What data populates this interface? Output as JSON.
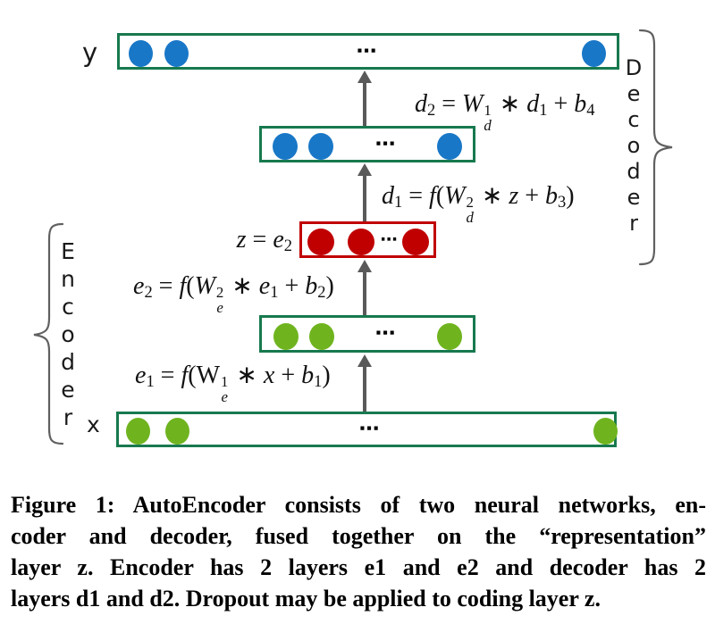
{
  "figure": {
    "output_label": "y",
    "input_label": "x",
    "encoder_label": "Encoder",
    "decoder_label": "Decoder",
    "dots": "⋯",
    "z_label": [
      {
        "t": "z",
        "i": true
      },
      {
        "t": " = "
      },
      {
        "t": "e",
        "i": true
      },
      {
        "t": "2",
        "sub": true
      }
    ],
    "equations": {
      "d2": [
        {
          "t": "d",
          "i": true
        },
        {
          "t": "2",
          "sub": true
        },
        {
          "t": " = "
        },
        {
          "t": "W",
          "i": true
        },
        {
          "stack": {
            "up": "1",
            "dn": "d"
          }
        },
        {
          "t": " ∗ "
        },
        {
          "t": "d",
          "i": true
        },
        {
          "t": "1",
          "sub": true
        },
        {
          "t": " + "
        },
        {
          "t": "b",
          "i": true
        },
        {
          "t": "4",
          "sub": true
        }
      ],
      "d1": [
        {
          "t": "d",
          "i": true
        },
        {
          "t": "1",
          "sub": true
        },
        {
          "t": " = "
        },
        {
          "t": "f",
          "i": true
        },
        {
          "t": "("
        },
        {
          "t": "W",
          "i": true
        },
        {
          "stack": {
            "up": "2",
            "dn": "d"
          }
        },
        {
          "t": " ∗ "
        },
        {
          "t": "z",
          "i": true
        },
        {
          "t": " + "
        },
        {
          "t": "b",
          "i": true
        },
        {
          "t": "3",
          "sub": true
        },
        {
          "t": ")"
        }
      ],
      "e2": [
        {
          "t": "e",
          "i": true
        },
        {
          "t": "2",
          "sub": true
        },
        {
          "t": " = "
        },
        {
          "t": "f",
          "i": true
        },
        {
          "t": "("
        },
        {
          "t": "W",
          "i": true
        },
        {
          "stack": {
            "up": "2",
            "dn": "e"
          }
        },
        {
          "t": " ∗ "
        },
        {
          "t": "e",
          "i": true
        },
        {
          "t": "1",
          "sub": true
        },
        {
          "t": " + "
        },
        {
          "t": "b",
          "i": true
        },
        {
          "t": "2",
          "sub": true
        },
        {
          "t": ")"
        }
      ],
      "e1": [
        {
          "t": "e",
          "i": true
        },
        {
          "t": "1",
          "sub": true
        },
        {
          "t": " = "
        },
        {
          "t": "f",
          "i": true
        },
        {
          "t": "("
        },
        {
          "t": "W"
        },
        {
          "stack": {
            "up": "1",
            "dn": "e"
          }
        },
        {
          "t": " ∗ "
        },
        {
          "t": "x",
          "i": true
        },
        {
          "t": " + "
        },
        {
          "t": "b",
          "i": true
        },
        {
          "t": "1",
          "sub": true
        },
        {
          "t": ")"
        }
      ]
    },
    "layers": [
      {
        "name": "y",
        "role": "output",
        "nodes_shown": 3,
        "node_color": "#1977c7",
        "border_color": "#17794e"
      },
      {
        "name": "d1",
        "role": "decoder-hidden",
        "nodes_shown": 3,
        "node_color": "#1977c7",
        "border_color": "#17794e"
      },
      {
        "name": "z",
        "role": "coding-layer",
        "nodes_shown": 3,
        "node_color": "#c00000",
        "border_color": "#c00000"
      },
      {
        "name": "e1",
        "role": "encoder-hidden",
        "nodes_shown": 3,
        "node_color": "#6fb41f",
        "border_color": "#17794e"
      },
      {
        "name": "x",
        "role": "input",
        "nodes_shown": 3,
        "node_color": "#6fb41f",
        "border_color": "#17794e"
      }
    ],
    "colors": {
      "box_green_border": "#17794e",
      "box_red_border": "#c00000",
      "node_blue": "#1977c7",
      "node_green": "#6fb41f",
      "node_red": "#c00000",
      "arrow_gray": "#595959",
      "brace_gray": "#606060"
    }
  },
  "caption": {
    "lines": [
      [
        {
          "t": "Figure 1: AutoEncoder consists of two neural networks, en-"
        }
      ],
      [
        {
          "t": "coder and decoder, fused together on the “representation”"
        }
      ],
      [
        {
          "t": "layer "
        },
        {
          "t": "z",
          "i": true
        },
        {
          "t": ". Encoder has 2 layers "
        },
        {
          "t": "e",
          "i": true
        },
        {
          "t": "1",
          "sub": true
        },
        {
          "t": " and "
        },
        {
          "t": "e",
          "i": true
        },
        {
          "t": "2",
          "sub": true
        },
        {
          "t": " and decoder has 2"
        }
      ],
      [
        {
          "t": "layers "
        },
        {
          "t": "d",
          "i": true
        },
        {
          "t": "1",
          "sub": true
        },
        {
          "t": " and "
        },
        {
          "t": "d",
          "i": true
        },
        {
          "t": "2",
          "sub": true
        },
        {
          "t": ". Dropout may be applied to coding layer "
        },
        {
          "t": "z",
          "i": true
        },
        {
          "t": "."
        }
      ]
    ]
  }
}
